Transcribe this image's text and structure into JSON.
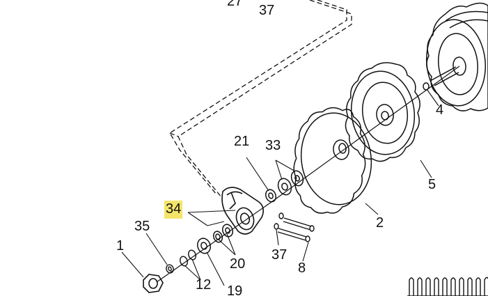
{
  "diagram": {
    "callouts": [
      {
        "id": "c27",
        "text": "27"
      },
      {
        "id": "c37-top",
        "text": "37"
      },
      {
        "id": "c21",
        "text": "21"
      },
      {
        "id": "c33",
        "text": "33"
      },
      {
        "id": "c4",
        "text": "4"
      },
      {
        "id": "c5",
        "text": "5"
      },
      {
        "id": "c2",
        "text": "2"
      },
      {
        "id": "c34",
        "text": "34",
        "highlighted": true
      },
      {
        "id": "c35",
        "text": "35"
      },
      {
        "id": "c1",
        "text": "1"
      },
      {
        "id": "c20",
        "text": "20"
      },
      {
        "id": "c37",
        "text": "37"
      },
      {
        "id": "c8",
        "text": "8"
      },
      {
        "id": "c12",
        "text": "12"
      },
      {
        "id": "c19",
        "text": "19"
      }
    ]
  },
  "colors": {
    "line": "#111111",
    "background": "#ffffff",
    "highlight": "#f4e56a"
  }
}
